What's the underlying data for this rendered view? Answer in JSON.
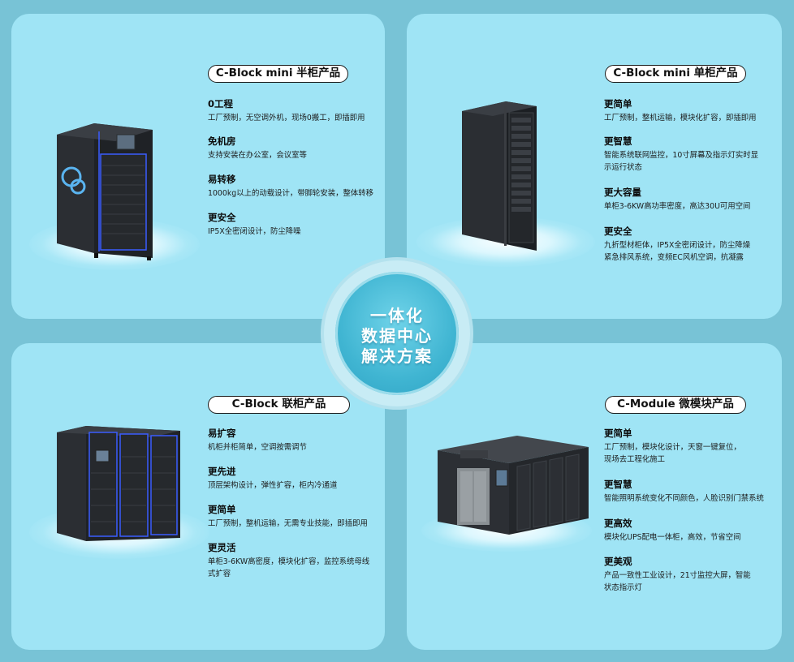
{
  "center": {
    "lines": [
      "一体化",
      "数据中心",
      "解决方案"
    ]
  },
  "products": {
    "half": {
      "title": "C-Block mini 半柜产品",
      "features": [
        {
          "title": "0工程",
          "desc": "工厂预制，无空调外机，现场0搬工，即插即用"
        },
        {
          "title": "免机房",
          "desc": "支持安装在办公室，会议室等"
        },
        {
          "title": "易转移",
          "desc": "1000kg以上的动载设计，带脚轮安装，整体转移"
        },
        {
          "title": "更安全",
          "desc": "IP5X全密闭设计，防尘降噪"
        }
      ]
    },
    "single": {
      "title": "C-Block mini 单柜产品",
      "features": [
        {
          "title": "更简单",
          "desc": "工厂预制，整机运输，模块化扩容，即插即用"
        },
        {
          "title": "更智慧",
          "desc": "智能系统联网监控，10寸屏幕及指示灯实时显",
          "desc2": "示运行状态"
        },
        {
          "title": "更大容量",
          "desc": "单柜3-6KW高功率密度，高达30U可用空间"
        },
        {
          "title": "更安全",
          "desc": "九折型材柜体，IP5X全密闭设计，防尘降燥",
          "desc2": "紧急排风系统，变频EC风机空调，抗凝露"
        }
      ]
    },
    "multi": {
      "title": "C-Block 联柜产品",
      "features": [
        {
          "title": "易扩容",
          "desc": "机柜并柜简单，空调按需调节"
        },
        {
          "title": "更先进",
          "desc": "顶层架构设计，弹性扩容，柜内冷通道"
        },
        {
          "title": "更简单",
          "desc": "工厂预制，整机运输，无需专业技能，即插即用"
        },
        {
          "title": "更灵活",
          "desc": "单柜3-6KW高密度，模块化扩容，监控系统母线",
          "desc2": "式扩容"
        }
      ]
    },
    "module": {
      "title": "C-Module 微模块产品",
      "features": [
        {
          "title": "更简单",
          "desc": "工厂预制，模块化设计，天窗一键复位，",
          "desc2": "现场去工程化施工"
        },
        {
          "title": "更智慧",
          "desc": "智能照明系统变化不同颜色，人脸识别门禁系统"
        },
        {
          "title": "更高效",
          "desc": "模块化UPS配电一体柜，高效，节省空间"
        },
        {
          "title": "更美观",
          "desc": "产品一致性工业设计，21寸监控大屏，智能",
          "desc2": "状态指示灯"
        }
      ]
    }
  },
  "colors": {
    "background": "#78c3d6",
    "card": "#9fe4f5",
    "center": "#40b5d2",
    "cabinet": "#2a2d31",
    "accent_led": "#3a5cff"
  },
  "icons": [
    "cabinet-half-image",
    "cabinet-single-image",
    "cabinet-multi-image",
    "micro-module-image"
  ]
}
